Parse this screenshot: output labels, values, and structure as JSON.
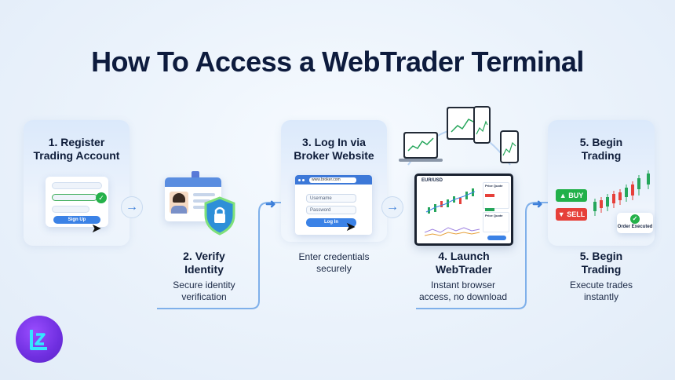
{
  "title": "How To Access a WebTrader Terminal",
  "steps": {
    "s1": {
      "title_line1": "1. Register",
      "title_line2": "Trading Account",
      "signup_label": "Sign Up"
    },
    "s2": {
      "title_line1": "2. Verify",
      "title_line2": "Identity",
      "desc_line1": "Secure identity",
      "desc_line2": "verification"
    },
    "s3": {
      "title_line1": "3. Log In via",
      "title_line2": "Broker Website",
      "url": "www.broker.com",
      "username_placeholder": "Username",
      "password_placeholder": "Password",
      "login_label": "Log In",
      "desc_line1": "Enter credentials",
      "desc_line2": "securely"
    },
    "s4": {
      "title_line1": "4. Launch",
      "title_line2": "WebTrader",
      "pair": "EUR/USD",
      "panel1": "Price Quote",
      "panel2": "Price Quote",
      "desc_line1": "Instant browser",
      "desc_line2": "access, no download"
    },
    "s5": {
      "card_title_line1": "5. Begin",
      "card_title_line2": "Trading",
      "buy_label": "BUY",
      "sell_label": "SELL",
      "order_label": "Order Executed",
      "title_line1": "5. Begin",
      "title_line2": "Trading",
      "desc_line1": "Execute trades",
      "desc_line2": "instantly"
    }
  },
  "colors": {
    "accent": "#3b82e6",
    "buy": "#22b04a",
    "sell": "#e6403a",
    "logo": "#6f2fe0"
  }
}
